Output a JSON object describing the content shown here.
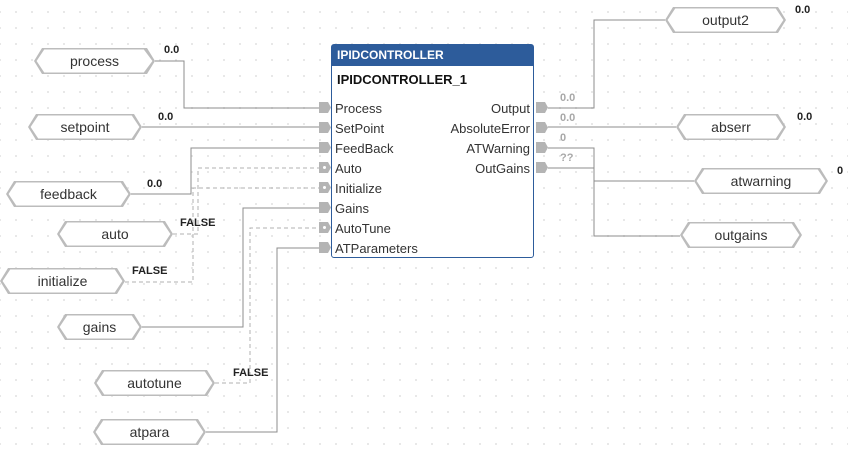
{
  "block": {
    "type": "IPIDCONTROLLER",
    "instance": "IPIDCONTROLLER_1",
    "inputs": [
      "Process",
      "SetPoint",
      "FeedBack",
      "Auto",
      "Initialize",
      "Gains",
      "AutoTune",
      "ATParameters"
    ],
    "outputs": [
      "Output",
      "AbsoluteError",
      "ATWarning",
      "OutGains"
    ],
    "output_values": [
      "0.0",
      "0.0",
      "0",
      "??"
    ]
  },
  "input_vars": [
    {
      "name": "process",
      "value": "0.0"
    },
    {
      "name": "setpoint",
      "value": "0.0"
    },
    {
      "name": "feedback",
      "value": "0.0"
    },
    {
      "name": "auto",
      "value": "FALSE"
    },
    {
      "name": "initialize",
      "value": "FALSE"
    },
    {
      "name": "gains",
      "value": ""
    },
    {
      "name": "autotune",
      "value": "FALSE"
    },
    {
      "name": "atpara",
      "value": ""
    }
  ],
  "output_vars": [
    {
      "name": "output2",
      "value": "0.0"
    },
    {
      "name": "abserr",
      "value": "0.0"
    },
    {
      "name": "atwarning",
      "value": "0"
    },
    {
      "name": "outgains",
      "value": ""
    }
  ]
}
